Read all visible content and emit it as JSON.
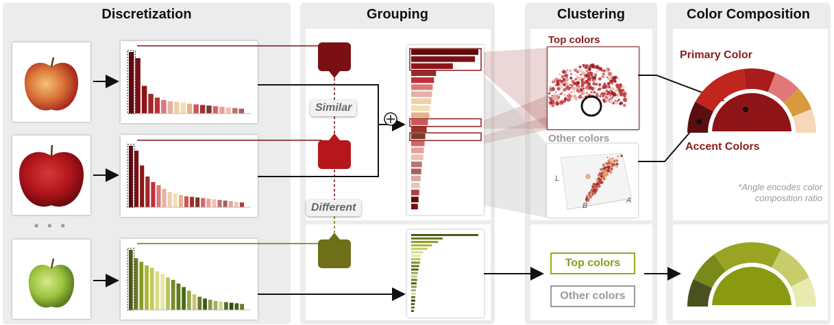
{
  "sections": {
    "discretization": "Discretization",
    "grouping": "Grouping",
    "clustering": "Clustering",
    "composition": "Color Composition"
  },
  "grouping": {
    "similar": "Similar",
    "different": "Different",
    "merge_symbol": "⊕"
  },
  "clustering": {
    "top_colors": "Top colors",
    "other_colors": "Other colors",
    "green_top_colors": "Top colors",
    "green_other_colors": "Other colors",
    "axis_l": "L",
    "axis_b": "B",
    "axis_a": "A"
  },
  "composition": {
    "primary": "Primary Color",
    "accent": "Accent Colors",
    "note_line1": "*Angle encodes color",
    "note_line2": "composition ratio"
  },
  "ellipsis": "• • •",
  "colors": {
    "panel_bg": "#ececec",
    "red_dark": "#7b1014",
    "red": "#b5171d",
    "olive": "#6e6f16",
    "olive_light": "#9aa423",
    "gray_label": "#9a9a9a"
  },
  "histograms": {
    "apple1": [
      1.0,
      0.9,
      0.45,
      0.32,
      0.26,
      0.22,
      0.2,
      0.19,
      0.18,
      0.16,
      0.15,
      0.14,
      0.13,
      0.12,
      0.11,
      0.1,
      0.09,
      0.08
    ],
    "apple2": [
      1.0,
      0.92,
      0.68,
      0.5,
      0.41,
      0.36,
      0.3,
      0.25,
      0.22,
      0.2,
      0.18,
      0.17,
      0.16,
      0.15,
      0.14,
      0.13,
      0.12,
      0.11,
      0.1,
      0.09,
      0.08
    ],
    "apple3": [
      1.0,
      0.86,
      0.8,
      0.74,
      0.7,
      0.64,
      0.6,
      0.54,
      0.5,
      0.44,
      0.38,
      0.32,
      0.26,
      0.22,
      0.19,
      0.17,
      0.15,
      0.14,
      0.13,
      0.12,
      0.11,
      0.1
    ],
    "merged_red": [
      1.0,
      0.95,
      0.62,
      0.37,
      0.34,
      0.32,
      0.31,
      0.3,
      0.28,
      0.27,
      0.25,
      0.23,
      0.21,
      0.2,
      0.19,
      0.18,
      0.16,
      0.15,
      0.14,
      0.13,
      0.12,
      0.11,
      0.1
    ],
    "merged_green": [
      1.0,
      0.47,
      0.4,
      0.31,
      0.24,
      0.18,
      0.15,
      0.14,
      0.13,
      0.12,
      0.11,
      0.1,
      0.09,
      0.09,
      0.08,
      0.08,
      0.07,
      0.07,
      0.06,
      0.06,
      0.05,
      0.05,
      0.04
    ]
  },
  "composition_ratios": {
    "red": [
      0.16,
      0.3,
      0.16,
      0.14,
      0.12,
      0.12
    ],
    "green": [
      0.14,
      0.16,
      0.35,
      0.2,
      0.15
    ]
  }
}
